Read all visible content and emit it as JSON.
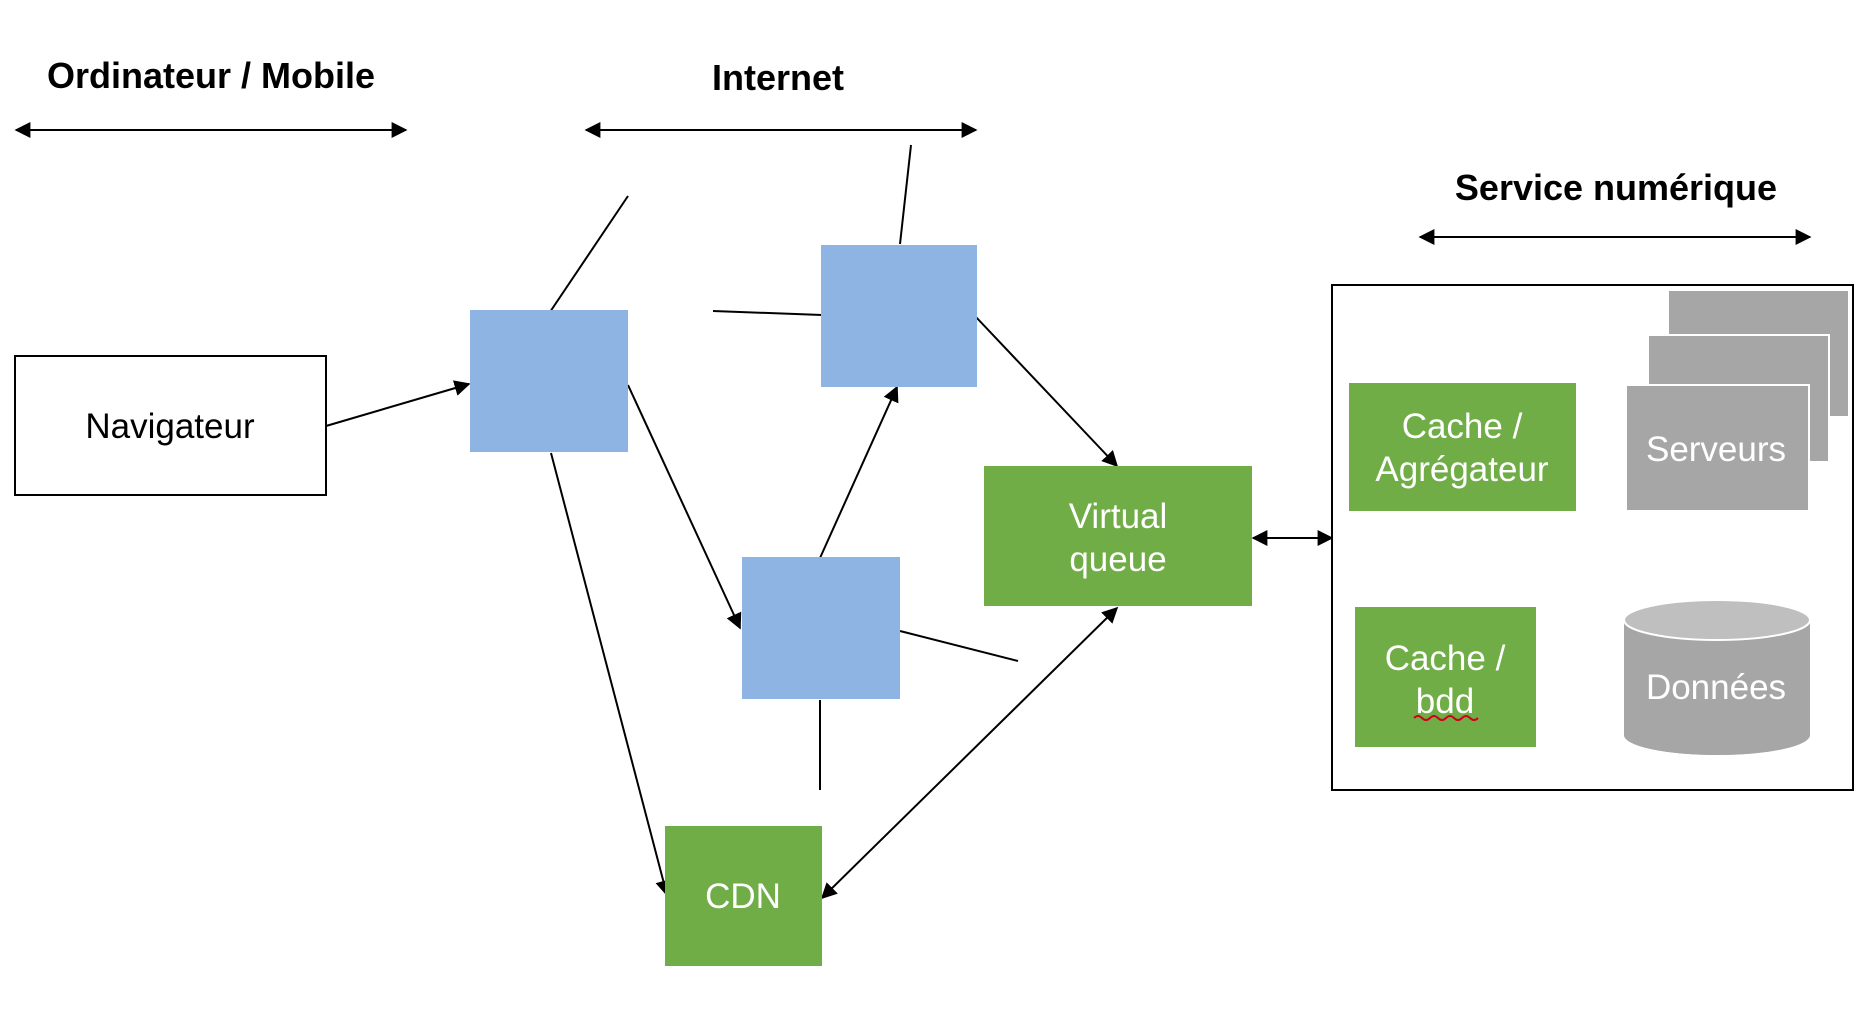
{
  "headings": {
    "left": "Ordinateur / Mobile",
    "middle": "Internet",
    "right": "Service numérique"
  },
  "nodes": {
    "browser": {
      "label": "Navigateur"
    },
    "virtual_queue": {
      "line1": "Virtual",
      "line2": "queue"
    },
    "cdn": {
      "label": "CDN"
    },
    "cache_aggregator": {
      "line1": "Cache /",
      "line2": "Agrégateur"
    },
    "servers": {
      "label": "Serveurs"
    },
    "cache_db": {
      "line1": "Cache /",
      "line2": "bdd"
    },
    "data": {
      "label": "Données"
    }
  },
  "colors": {
    "router_blue": "#8db4e2",
    "service_green": "#70ad47",
    "server_grey": "#a6a6a6",
    "spellcheck_red": "#d0021b",
    "line": "#000000"
  }
}
